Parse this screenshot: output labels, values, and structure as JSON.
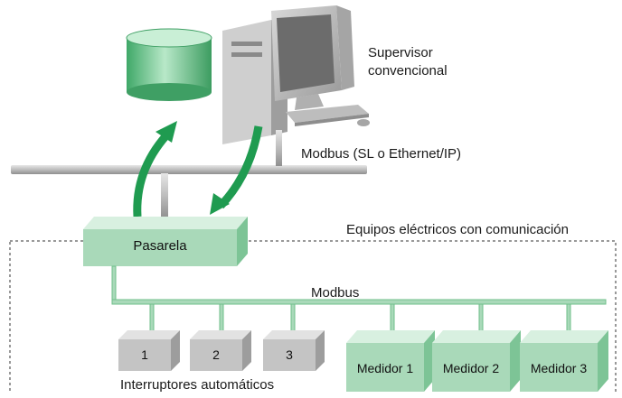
{
  "supervisor": {
    "line1": "Supervisor",
    "line2": "convencional"
  },
  "top_bus_label": "Modbus (SL o Ethernet/IP)",
  "equipment_zone_label": "Equipos eléctricos con comunicación",
  "gateway_label": "Pasarela",
  "bottom_bus_label": "Modbus",
  "breakers": [
    "1",
    "2",
    "3"
  ],
  "breakers_caption": "Interruptores automáticos",
  "meters": [
    "Medidor 1",
    "Medidor 2",
    "Medidor 3"
  ],
  "colors": {
    "green_box": "#a9d9b9",
    "green_dark": "#2e9a58",
    "grey_box": "#c4c4c4",
    "bus_grey": "#b9b9b9"
  }
}
